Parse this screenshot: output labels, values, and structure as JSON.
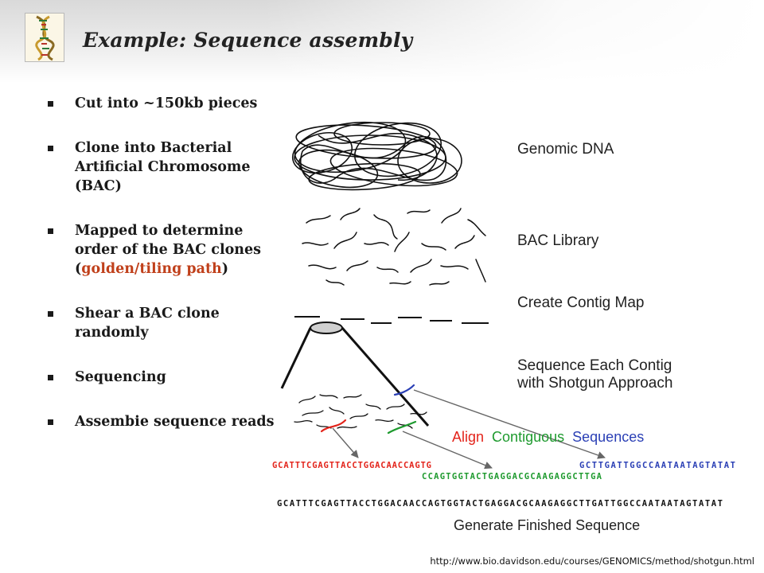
{
  "slide": {
    "title": "Example: Sequence assembly",
    "bullets": [
      {
        "text": "Cut into ~150kb pieces"
      },
      {
        "text": "Clone into Bacterial Artificial Chromosome (BAC)"
      },
      {
        "pre": "Mapped to determine order of the BAC clones (",
        "highlight": "golden/tiling path",
        "post": ")"
      },
      {
        "text": "Shear a BAC clone randomly"
      },
      {
        "text": "Sequencing"
      },
      {
        "text": "Assembie sequence reads"
      }
    ],
    "source_url": "http://www.bio.davidson.edu/courses/GENOMICS/method/shotgun.html"
  },
  "diagram": {
    "labels": {
      "genomic_dna": "Genomic DNA",
      "bac_library": "BAC Library",
      "contig_map": "Create Contig Map",
      "sequence_line1": "Sequence Each Contig",
      "sequence_line2": "with Shotgun Approach",
      "align_word1": "Align",
      "align_word2": "Contiguous",
      "align_word3": "Sequences",
      "finished": "Generate Finished Sequence"
    },
    "reads": {
      "red": "GCATTTCGAGTTACCTGGACAACCAGTG",
      "green": "CCAGTGGTACTGAGGACGCAAGAGGCTTGA",
      "blue": "GCTTGATTGGCCAATAATAGTATAT",
      "finished": "GCATTTCGAGTTACCTGGACAACCAGTGGTACTGAGGACGCAAGAGGCTTGATTGGCCAATAATAGTATAT"
    },
    "colors": {
      "red": "#e3241b",
      "green": "#1e9a2e",
      "blue": "#2a3fb5",
      "highlight": "#c0401b"
    }
  }
}
